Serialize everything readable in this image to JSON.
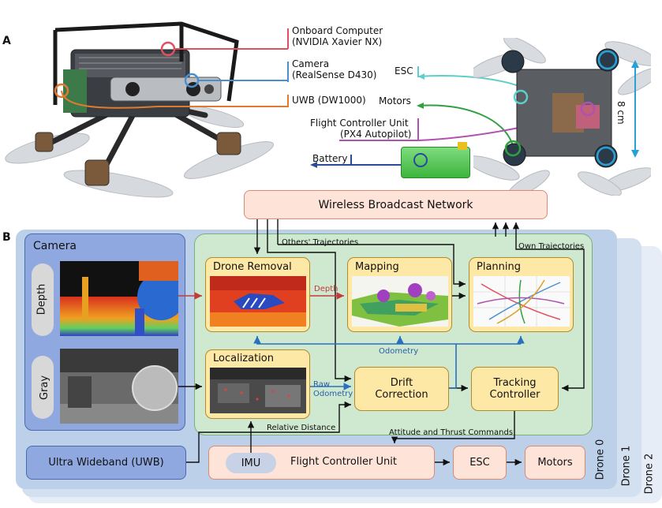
{
  "panels": {
    "a": "A",
    "b": "B"
  },
  "hardware": {
    "onboard_computer": "Onboard Computer",
    "onboard_computer_model": "(NVIDIA Xavier NX)",
    "camera": "Camera",
    "camera_model": "(RealSense D430)",
    "uwb": "UWB (DW1000)",
    "esc": "ESC",
    "motors": "Motors",
    "fcu": "Flight Controller Unit",
    "fcu_model": "(PX4 Autopilot)",
    "battery": "Battery",
    "size": "8 cm"
  },
  "system": {
    "network": "Wireless Broadcast Network",
    "camera_group": "Camera",
    "depth": "Depth",
    "gray": "Gray",
    "others_traj": "Others' Trajectories",
    "own_traj": "Own Trajectories",
    "drone_removal": "Drone Removal",
    "mapping": "Mapping",
    "planning": "Planning",
    "depth_arrow": "Depth",
    "odometry": "Odometry",
    "localization": "Localization",
    "raw": "Raw",
    "raw_odometry": "Odometry",
    "drift_1": "Drift",
    "drift_2": "Correction",
    "tracking_1": "Tracking",
    "tracking_2": "Controller",
    "relative_distance": "Relative Distance",
    "attitude": "Attitude and Thrust Commands",
    "uwb": "Ultra Wideband (UWB)",
    "imu": "IMU",
    "fcu": "Flight Controller Unit",
    "esc": "ESC",
    "motors": "Motors",
    "drone0": "Drone 0",
    "drone1": "Drone 1",
    "drone2": "Drone 2"
  },
  "colors": {
    "drone0_bg": "#bcd0ea",
    "drone1_bg": "#d3e0f0",
    "drone2_bg": "#e6edf6",
    "green_bg": "#cfe8d0",
    "camera_bg": "#8fa8e0",
    "module": "#fde8a6",
    "salmon": "#fde3d8",
    "red_line": "#e05060",
    "blue_line": "#4a90d0",
    "orange_line": "#e07a30",
    "cyan_line": "#5ccfc8",
    "green_line": "#30a040",
    "purple_line": "#b050b0",
    "navy_line": "#2a4a9a"
  }
}
